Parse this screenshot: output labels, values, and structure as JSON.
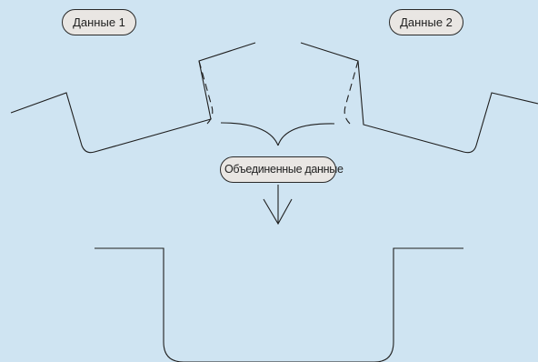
{
  "labels": {
    "source_1": "Данные 1",
    "source_2": "Данные 2",
    "merged": "Объединенные данные"
  },
  "colors": {
    "background": "#cfe4f2",
    "stroke": "#1f1f1f",
    "label_fill": "#e9e6e3"
  }
}
